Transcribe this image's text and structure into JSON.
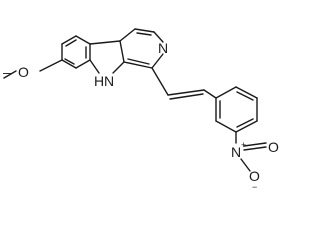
{
  "structure": {
    "labels": {
      "methyl_o": "O",
      "methyl_bond": "–",
      "ring_n": "N",
      "indole_n": "N",
      "indole_h": "H",
      "nitro_n": "N",
      "nitro_n_charge": "+",
      "nitro_o_upper": "O",
      "nitro_o_lower": "O",
      "nitro_o_charge": "−"
    }
  }
}
